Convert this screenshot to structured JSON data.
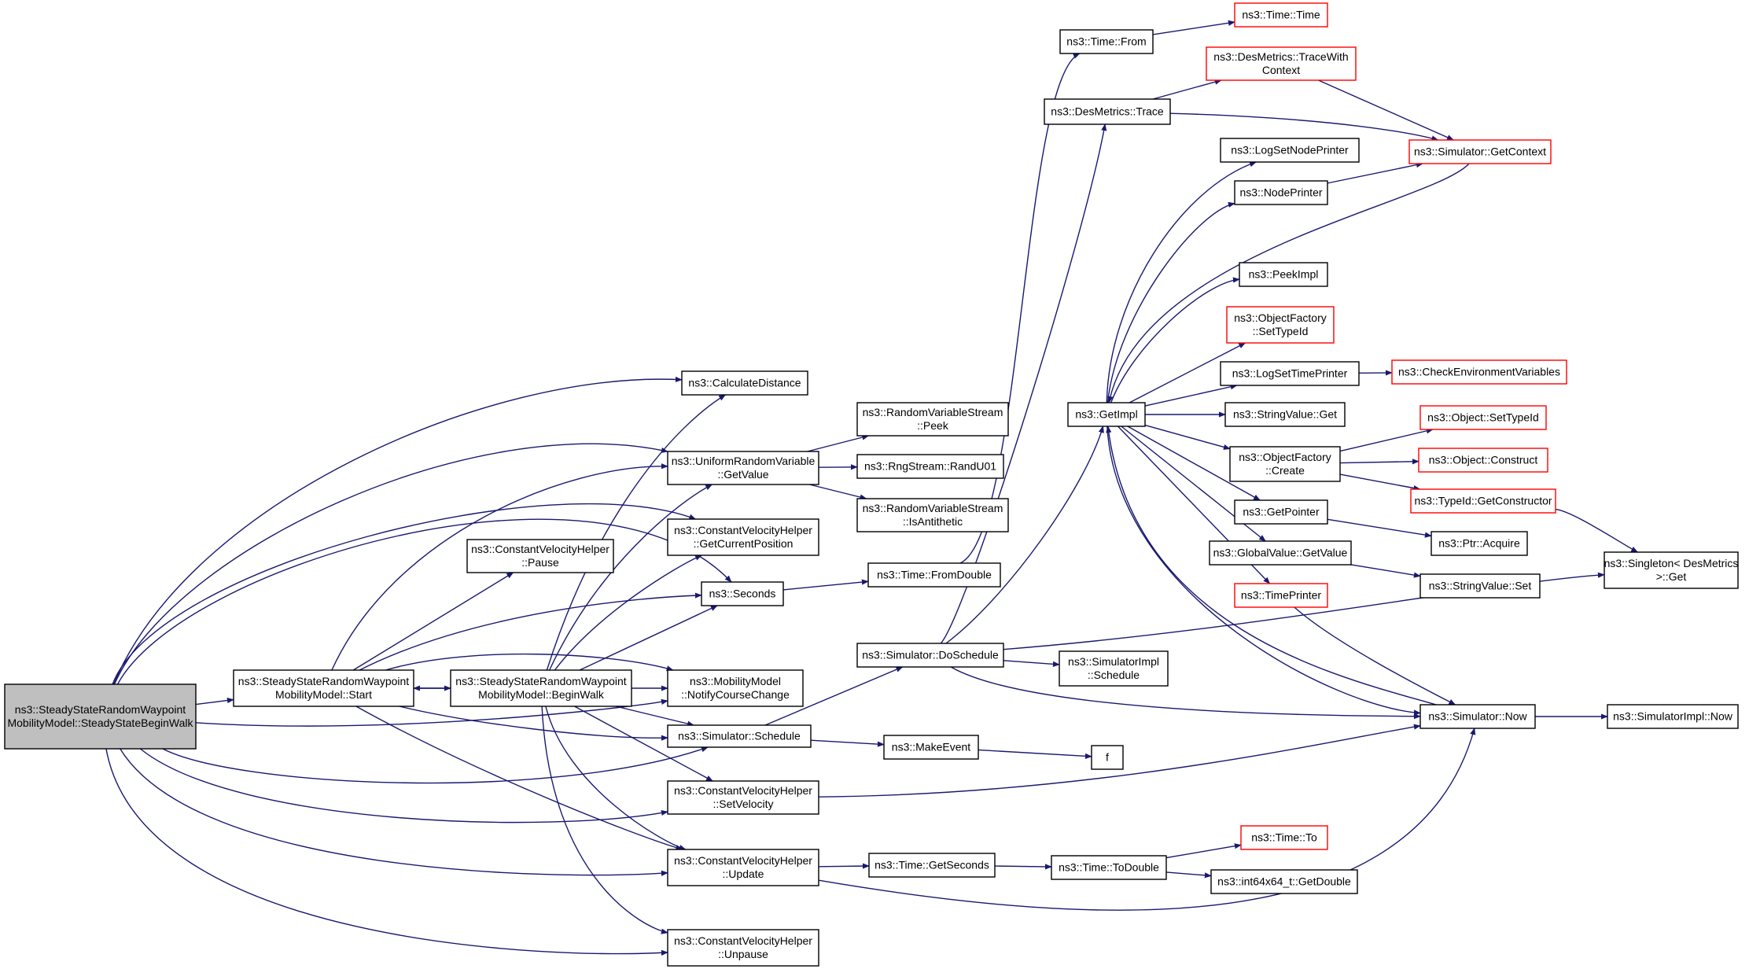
{
  "colors": {
    "edge": "#191970",
    "node_border": "#000000",
    "external_border": "#ff0000",
    "root_fill": "#bfbfbf"
  },
  "diagram": {
    "nodes": [
      {
        "id": "root",
        "lines": [
          "ns3::SteadyStateRandomWaypoint",
          "MobilityModel::SteadyStateBeginWalk"
        ],
        "style": "root"
      },
      {
        "id": "start",
        "lines": [
          "ns3::SteadyStateRandomWaypoint",
          "MobilityModel::Start"
        ],
        "style": "normal"
      },
      {
        "id": "beginwalk",
        "lines": [
          "ns3::SteadyStateRandomWaypoint",
          "MobilityModel::BeginWalk"
        ],
        "style": "normal"
      },
      {
        "id": "calcdist",
        "lines": [
          "ns3::CalculateDistance"
        ],
        "style": "normal"
      },
      {
        "id": "urvget",
        "lines": [
          "ns3::UniformRandomVariable",
          "::GetValue"
        ],
        "style": "normal"
      },
      {
        "id": "cvhpos",
        "lines": [
          "ns3::ConstantVelocityHelper",
          "::GetCurrentPosition"
        ],
        "style": "normal"
      },
      {
        "id": "cvhpause",
        "lines": [
          "ns3::ConstantVelocityHelper",
          "::Pause"
        ],
        "style": "normal"
      },
      {
        "id": "seconds",
        "lines": [
          "ns3::Seconds"
        ],
        "style": "normal"
      },
      {
        "id": "notify",
        "lines": [
          "ns3::MobilityModel",
          "::NotifyCourseChange"
        ],
        "style": "normal"
      },
      {
        "id": "simschedule",
        "lines": [
          "ns3::Simulator::Schedule"
        ],
        "style": "normal"
      },
      {
        "id": "cvhsetvel",
        "lines": [
          "ns3::ConstantVelocityHelper",
          "::SetVelocity"
        ],
        "style": "normal"
      },
      {
        "id": "cvhupdate",
        "lines": [
          "ns3::ConstantVelocityHelper",
          "::Update"
        ],
        "style": "normal"
      },
      {
        "id": "cvhunpause",
        "lines": [
          "ns3::ConstantVelocityHelper",
          "::Unpause"
        ],
        "style": "normal"
      },
      {
        "id": "rvspeek",
        "lines": [
          "ns3::RandomVariableStream",
          "::Peek"
        ],
        "style": "normal"
      },
      {
        "id": "randu01",
        "lines": [
          "ns3::RngStream::RandU01"
        ],
        "style": "normal"
      },
      {
        "id": "rvsanti",
        "lines": [
          "ns3::RandomVariableStream",
          "::IsAntithetic"
        ],
        "style": "normal"
      },
      {
        "id": "fromdouble",
        "lines": [
          "ns3::Time::FromDouble"
        ],
        "style": "normal"
      },
      {
        "id": "doschedule",
        "lines": [
          "ns3::Simulator::DoSchedule"
        ],
        "style": "normal"
      },
      {
        "id": "makeevent",
        "lines": [
          "ns3::MakeEvent"
        ],
        "style": "normal"
      },
      {
        "id": "getseconds",
        "lines": [
          "ns3::Time::GetSeconds"
        ],
        "style": "normal"
      },
      {
        "id": "timefrom",
        "lines": [
          "ns3::Time::From"
        ],
        "style": "normal"
      },
      {
        "id": "destrace",
        "lines": [
          "ns3::DesMetrics::Trace"
        ],
        "style": "normal"
      },
      {
        "id": "getimpl",
        "lines": [
          "ns3::GetImpl"
        ],
        "style": "normal"
      },
      {
        "id": "simimplsched",
        "lines": [
          "ns3::SimulatorImpl",
          "::Schedule"
        ],
        "style": "normal"
      },
      {
        "id": "f",
        "lines": [
          "f"
        ],
        "style": "normal"
      },
      {
        "id": "todouble",
        "lines": [
          "ns3::Time::ToDouble"
        ],
        "style": "normal"
      },
      {
        "id": "timetime",
        "lines": [
          "ns3::Time::Time"
        ],
        "style": "external"
      },
      {
        "id": "tracectx",
        "lines": [
          "ns3::DesMetrics::TraceWith",
          "Context"
        ],
        "style": "external"
      },
      {
        "id": "lognode",
        "lines": [
          "ns3::LogSetNodePrinter"
        ],
        "style": "normal"
      },
      {
        "id": "nodeprinter",
        "lines": [
          "ns3::NodePrinter"
        ],
        "style": "normal"
      },
      {
        "id": "peekimpl",
        "lines": [
          "ns3::PeekImpl"
        ],
        "style": "normal"
      },
      {
        "id": "ofsettype",
        "lines": [
          "ns3::ObjectFactory",
          "::SetTypeId"
        ],
        "style": "external"
      },
      {
        "id": "logtime",
        "lines": [
          "ns3::LogSetTimePrinter"
        ],
        "style": "normal"
      },
      {
        "id": "svget",
        "lines": [
          "ns3::StringValue::Get"
        ],
        "style": "normal"
      },
      {
        "id": "ofcreate",
        "lines": [
          "ns3::ObjectFactory",
          "::Create"
        ],
        "style": "normal"
      },
      {
        "id": "getpointer",
        "lines": [
          "ns3::GetPointer"
        ],
        "style": "normal"
      },
      {
        "id": "gvget",
        "lines": [
          "ns3::GlobalValue::GetValue"
        ],
        "style": "normal"
      },
      {
        "id": "timeprinter",
        "lines": [
          "ns3::TimePrinter"
        ],
        "style": "external"
      },
      {
        "id": "timeto",
        "lines": [
          "ns3::Time::To"
        ],
        "style": "external"
      },
      {
        "id": "int64",
        "lines": [
          "ns3::int64x64_t::GetDouble"
        ],
        "style": "normal"
      },
      {
        "id": "getcontext",
        "lines": [
          "ns3::Simulator::GetContext"
        ],
        "style": "external"
      },
      {
        "id": "checkenv",
        "lines": [
          "ns3::CheckEnvironmentVariables"
        ],
        "style": "external"
      },
      {
        "id": "objsettype",
        "lines": [
          "ns3::Object::SetTypeId"
        ],
        "style": "external"
      },
      {
        "id": "objconstruct",
        "lines": [
          "ns3::Object::Construct"
        ],
        "style": "external"
      },
      {
        "id": "typeidctor",
        "lines": [
          "ns3::TypeId::GetConstructor"
        ],
        "style": "external"
      },
      {
        "id": "ptracquire",
        "lines": [
          "ns3::Ptr::Acquire"
        ],
        "style": "normal"
      },
      {
        "id": "svset",
        "lines": [
          "ns3::StringValue::Set"
        ],
        "style": "normal"
      },
      {
        "id": "simnow",
        "lines": [
          "ns3::Simulator::Now"
        ],
        "style": "normal"
      },
      {
        "id": "singleton",
        "lines": [
          "ns3::Singleton< DesMetrics",
          ">::Get"
        ],
        "style": "normal"
      },
      {
        "id": "simimplnow",
        "lines": [
          "ns3::SimulatorImpl::Now"
        ],
        "style": "normal"
      }
    ],
    "edges": [
      [
        "root",
        "start"
      ],
      [
        "root",
        "calcdist"
      ],
      [
        "root",
        "urvget"
      ],
      [
        "root",
        "seconds"
      ],
      [
        "root",
        "notify"
      ],
      [
        "root",
        "simschedule"
      ],
      [
        "root",
        "cvhsetvel"
      ],
      [
        "root",
        "cvhupdate"
      ],
      [
        "root",
        "cvhunpause"
      ],
      [
        "root",
        "cvhpos"
      ],
      [
        "start",
        "beginwalk"
      ],
      [
        "start",
        "urvget"
      ],
      [
        "start",
        "cvhpause"
      ],
      [
        "start",
        "seconds"
      ],
      [
        "start",
        "notify"
      ],
      [
        "start",
        "simschedule"
      ],
      [
        "start",
        "cvhupdate"
      ],
      [
        "beginwalk",
        "start"
      ],
      [
        "beginwalk",
        "calcdist"
      ],
      [
        "beginwalk",
        "urvget"
      ],
      [
        "beginwalk",
        "cvhpos"
      ],
      [
        "beginwalk",
        "seconds"
      ],
      [
        "beginwalk",
        "notify"
      ],
      [
        "beginwalk",
        "simschedule"
      ],
      [
        "beginwalk",
        "cvhsetvel"
      ],
      [
        "beginwalk",
        "cvhupdate"
      ],
      [
        "beginwalk",
        "cvhunpause"
      ],
      [
        "urvget",
        "rvspeek"
      ],
      [
        "urvget",
        "randu01"
      ],
      [
        "urvget",
        "rvsanti"
      ],
      [
        "seconds",
        "fromdouble"
      ],
      [
        "fromdouble",
        "timefrom"
      ],
      [
        "simschedule",
        "doschedule"
      ],
      [
        "simschedule",
        "makeevent"
      ],
      [
        "cvhsetvel",
        "simnow"
      ],
      [
        "cvhupdate",
        "getseconds"
      ],
      [
        "cvhupdate",
        "simnow"
      ],
      [
        "doschedule",
        "destrace"
      ],
      [
        "doschedule",
        "getimpl"
      ],
      [
        "doschedule",
        "simimplsched"
      ],
      [
        "doschedule",
        "simnow"
      ],
      [
        "doschedule",
        "singleton"
      ],
      [
        "makeevent",
        "f"
      ],
      [
        "getseconds",
        "todouble"
      ],
      [
        "todouble",
        "timeto"
      ],
      [
        "todouble",
        "int64"
      ],
      [
        "timefrom",
        "timetime"
      ],
      [
        "destrace",
        "tracectx"
      ],
      [
        "destrace",
        "getcontext"
      ],
      [
        "tracectx",
        "getcontext"
      ],
      [
        "getimpl",
        "lognode"
      ],
      [
        "getimpl",
        "nodeprinter"
      ],
      [
        "getimpl",
        "peekimpl"
      ],
      [
        "getimpl",
        "ofsettype"
      ],
      [
        "getimpl",
        "logtime"
      ],
      [
        "getimpl",
        "svget"
      ],
      [
        "getimpl",
        "ofcreate"
      ],
      [
        "getimpl",
        "getpointer"
      ],
      [
        "getimpl",
        "gvget"
      ],
      [
        "getimpl",
        "timeprinter"
      ],
      [
        "getimpl",
        "simnow"
      ],
      [
        "nodeprinter",
        "getcontext"
      ],
      [
        "getcontext",
        "getimpl"
      ],
      [
        "simnow",
        "getimpl"
      ],
      [
        "logtime",
        "checkenv"
      ],
      [
        "ofcreate",
        "objsettype"
      ],
      [
        "ofcreate",
        "objconstruct"
      ],
      [
        "ofcreate",
        "typeidctor"
      ],
      [
        "typeidctor",
        "singleton"
      ],
      [
        "getpointer",
        "ptracquire"
      ],
      [
        "gvget",
        "svset"
      ],
      [
        "timeprinter",
        "simnow"
      ],
      [
        "simnow",
        "simimplnow"
      ]
    ]
  }
}
